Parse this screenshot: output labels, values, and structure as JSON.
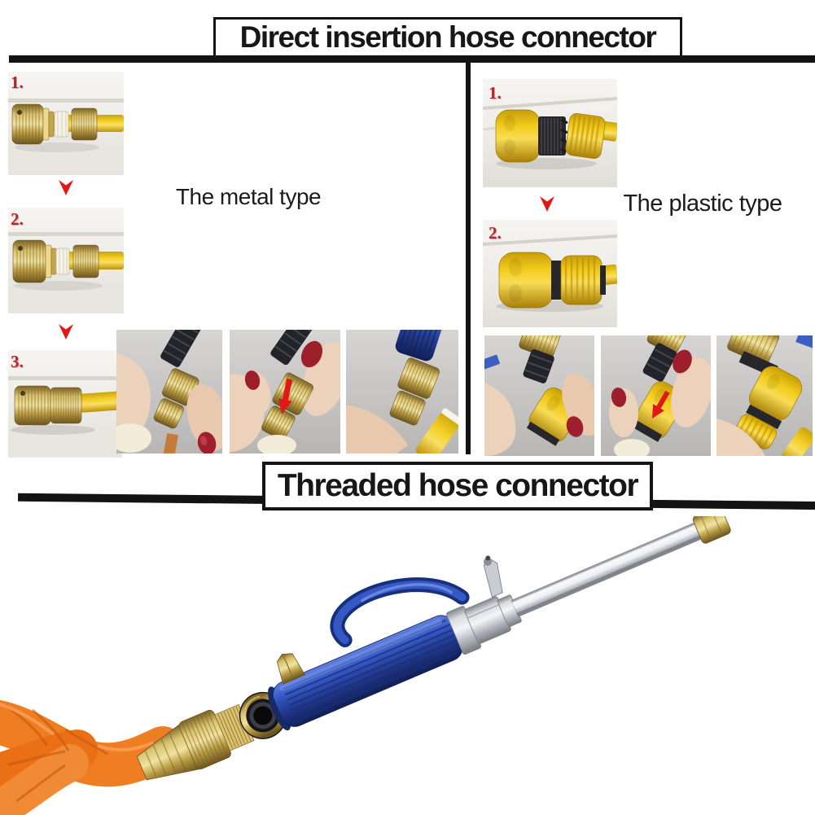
{
  "header": {
    "title": "Direct insertion hose connector"
  },
  "footer_header": {
    "title": "Threaded hose connector"
  },
  "metal_section": {
    "label": "The metal type",
    "steps": [
      "1.",
      "2.",
      "3."
    ]
  },
  "plastic_section": {
    "label": "The plastic type",
    "steps": [
      "1.",
      "2."
    ]
  },
  "icons": {
    "step_arrow": "red-down-chevron",
    "insert_arrow": "red-down-arrow"
  },
  "colors": {
    "accent_red": "#e21717",
    "step_number_red": "#bf222b",
    "line_black": "#131313",
    "brass": "#c9a84c",
    "hose_yellow": "#f2c713",
    "plastic_yellow": "#f4c511",
    "handle_blue": "#2b50b8",
    "hose_orange": "#ee7a25",
    "chrome_silver": "#c8ccd4"
  }
}
